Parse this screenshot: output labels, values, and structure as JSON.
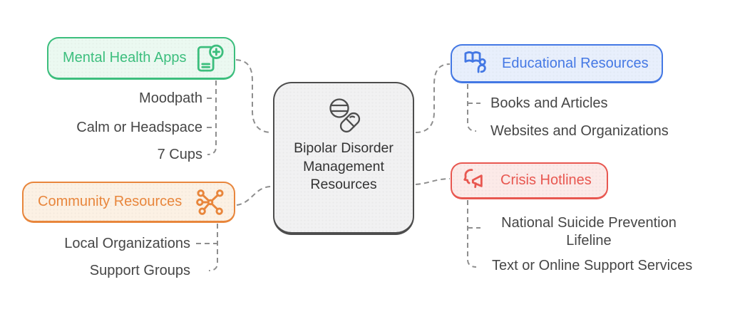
{
  "center": {
    "label": "Bipolar Disorder Management Resources",
    "icon": "pills-icon"
  },
  "branches": {
    "mental_health_apps": {
      "label": "Mental Health Apps",
      "icon": "phone-medical-app-icon",
      "color": "#3cbe7d",
      "fill": "#ebf9f1",
      "items": [
        "Moodpath",
        "Calm or Headspace",
        "7 Cups"
      ]
    },
    "community_resources": {
      "label": "Community Resources",
      "icon": "network-nodes-icon",
      "color": "#e8863c",
      "fill": "#fcf1e4",
      "items": [
        "Local Organizations",
        "Support Groups"
      ]
    },
    "educational_resources": {
      "label": "Educational Resources",
      "icon": "book-reader-icon",
      "color": "#4478e4",
      "fill": "#e8effc",
      "items": [
        "Books and Articles",
        "Websites and Organizations"
      ]
    },
    "crisis_hotlines": {
      "label": "Crisis Hotlines",
      "icon": "person-megaphone-icon",
      "color": "#e85750",
      "fill": "#fceae8",
      "items": [
        "National Suicide Prevention Lifeline",
        "Text or Online Support Services"
      ]
    }
  },
  "theme": {
    "connector": "#8e8e8e",
    "center_border": "#4d4d4d",
    "center_fill": "#f1f1f2",
    "item_text": "#464646",
    "canvas_bg": "#ffffff"
  }
}
